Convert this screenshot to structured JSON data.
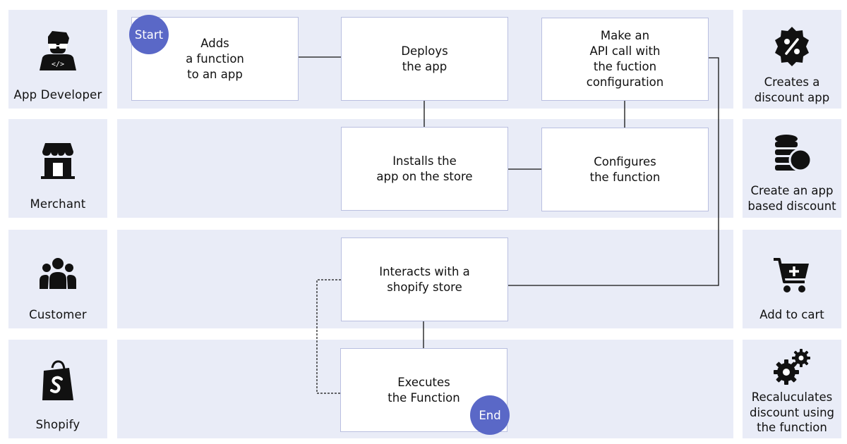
{
  "lanes": [
    {
      "label": "App Developer",
      "icon": "developer-icon"
    },
    {
      "label": "Merchant",
      "icon": "store-icon"
    },
    {
      "label": "Customer",
      "icon": "customers-icon"
    },
    {
      "label": "Shopify",
      "icon": "shopify-bag-icon"
    }
  ],
  "steps": {
    "adds_function": "Adds\na function\nto an app",
    "deploys_app": "Deploys\nthe app",
    "make_api_call": "Make an\nAPI call with\nthe fuction\nconfiguration",
    "installs_app": "Installs the\napp on the store",
    "configures_function": "Configures\nthe function",
    "interacts_store": "Interacts with a\nshopify store",
    "executes_function": "Executes\nthe Function"
  },
  "badges": {
    "start": "Start",
    "end": "End"
  },
  "outcomes": [
    {
      "label": "Creates a discount app",
      "icon": "percent-badge-icon"
    },
    {
      "label": "Create an app based discount",
      "icon": "coins-icon"
    },
    {
      "label": "Add to cart",
      "icon": "cart-plus-icon"
    },
    {
      "label": "Recaluculates discount using the function",
      "icon": "gears-icon"
    }
  ],
  "colors": {
    "lane": "#e9ecf7",
    "badge": "#5a68c7",
    "box_border": "#b9bfe0"
  }
}
